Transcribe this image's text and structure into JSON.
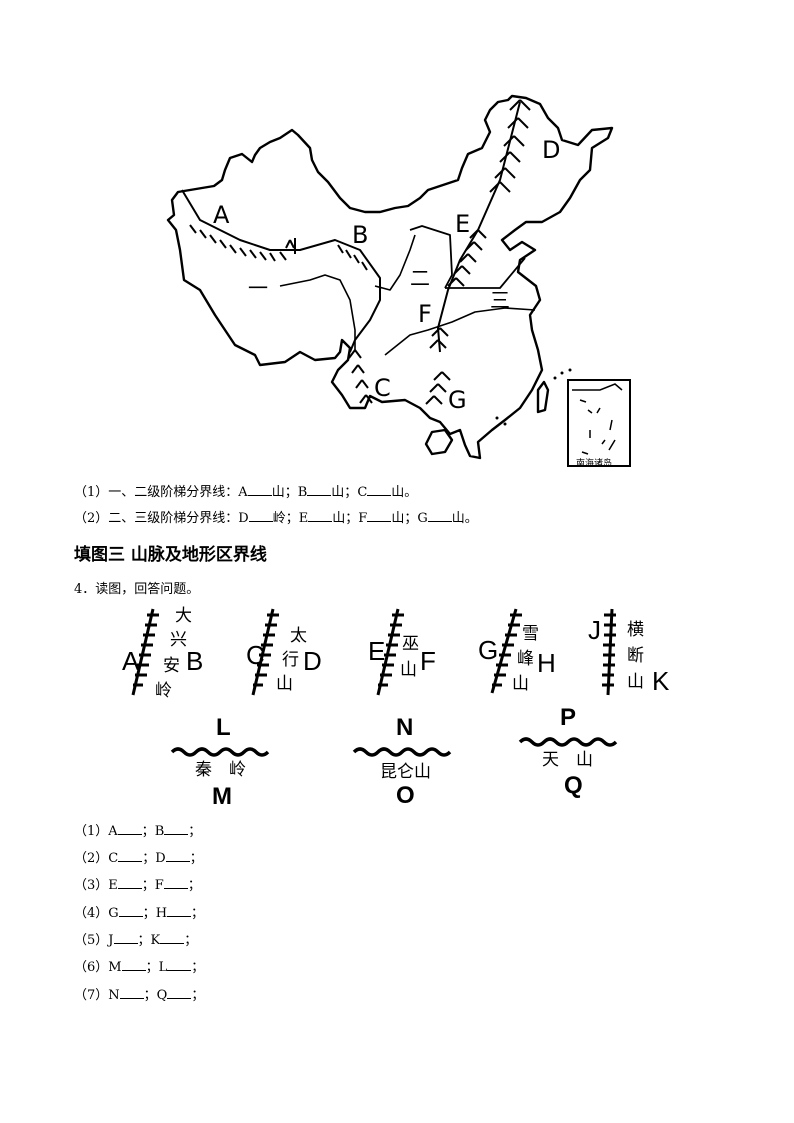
{
  "map": {
    "labels": [
      "A",
      "B",
      "C",
      "D",
      "E",
      "F",
      "G"
    ],
    "steps": [
      "一",
      "二",
      "三"
    ],
    "inset_label": "南海诸岛"
  },
  "questions_part3": [
    {
      "num": "（1）",
      "text": "一、二级阶梯分界线：",
      "items": [
        {
          "letter": "A",
          "suffix": "山"
        },
        {
          "letter": "B",
          "suffix": "山"
        },
        {
          "letter": "C",
          "suffix": "山"
        }
      ],
      "end": "。"
    },
    {
      "num": "（2）",
      "text": "二、三级阶梯分界线：",
      "items": [
        {
          "letter": "D",
          "suffix": "岭"
        },
        {
          "letter": "E",
          "suffix": "山"
        },
        {
          "letter": "F",
          "suffix": "山"
        },
        {
          "letter": "G",
          "suffix": "山"
        }
      ],
      "end": "。"
    }
  ],
  "section_heading": "填图三  山脉及地形区界线",
  "question4": "4．读图，回答问题。",
  "ranges": [
    {
      "left": "A",
      "right": "B",
      "name": [
        "大",
        "兴",
        "安",
        "岭"
      ]
    },
    {
      "left": "C",
      "right": "D",
      "name": [
        "太",
        "行",
        "山"
      ]
    },
    {
      "left": "E",
      "right": "F",
      "name": [
        "巫",
        "山"
      ]
    },
    {
      "left": "G",
      "right": "H",
      "name": [
        "雪",
        "峰",
        "山"
      ]
    },
    {
      "left": "J",
      "right": "K",
      "name": [
        "横",
        "断",
        "山"
      ]
    }
  ],
  "horizontal_ranges": [
    {
      "top": "L",
      "bottom": "M",
      "name": "秦　岭"
    },
    {
      "top": "N",
      "bottom": "O",
      "name": "昆仑山"
    },
    {
      "top": "P",
      "bottom": "Q",
      "name": "天　山"
    }
  ],
  "answers": [
    {
      "num": "（1）",
      "a": "A",
      "b": "B"
    },
    {
      "num": "（2）",
      "a": "C",
      "b": "D"
    },
    {
      "num": "（3）",
      "a": "E",
      "b": "F"
    },
    {
      "num": "（4）",
      "a": "G",
      "b": "H"
    },
    {
      "num": "（5）",
      "a": "J",
      "b": "K"
    },
    {
      "num": "（6）",
      "a": "M",
      "b": "L"
    },
    {
      "num": "（7）",
      "a": "N",
      "b": "Q"
    }
  ]
}
